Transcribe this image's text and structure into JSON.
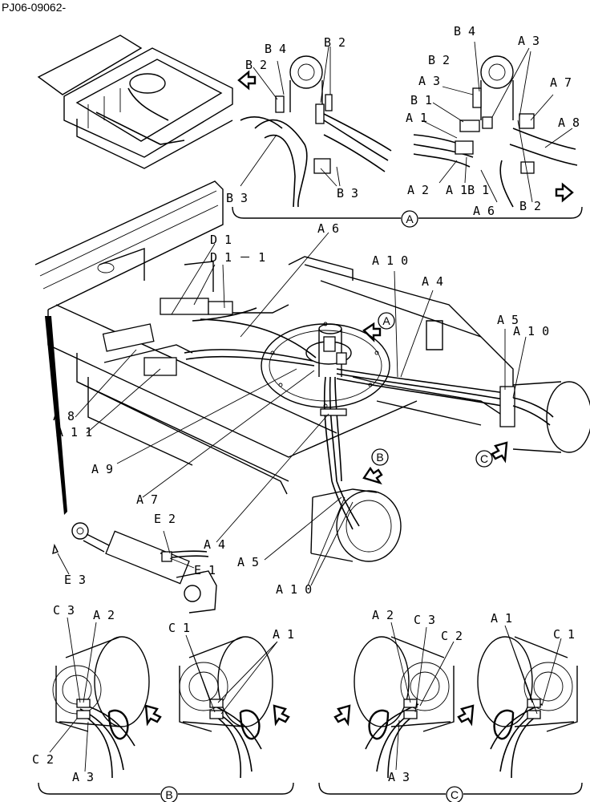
{
  "header": {
    "part_code": "PJ06-09062-"
  },
  "detail_labels": {
    "A": "A",
    "B": "B",
    "C": "C"
  },
  "labels": {
    "a1": "A 1",
    "a2": "A 2",
    "a3": "A 3",
    "a4": "A 4",
    "a5": "A 5",
    "a6": "A 6",
    "a7": "A 7",
    "a8": "A 8",
    "a9": "A 9",
    "a10": "A 1 0",
    "a11": "A 1 1",
    "b1": "B 1",
    "b2": "B 2",
    "b3": "B 3",
    "b4": "B 4",
    "c1": "C 1",
    "c2": "C 2",
    "c3": "C 3",
    "d1": "D 1",
    "d1_1": "D 1 － 1",
    "e1": "E 1",
    "e2": "E 2",
    "e3": "E 3",
    "a1b1": "A 1B 1"
  }
}
